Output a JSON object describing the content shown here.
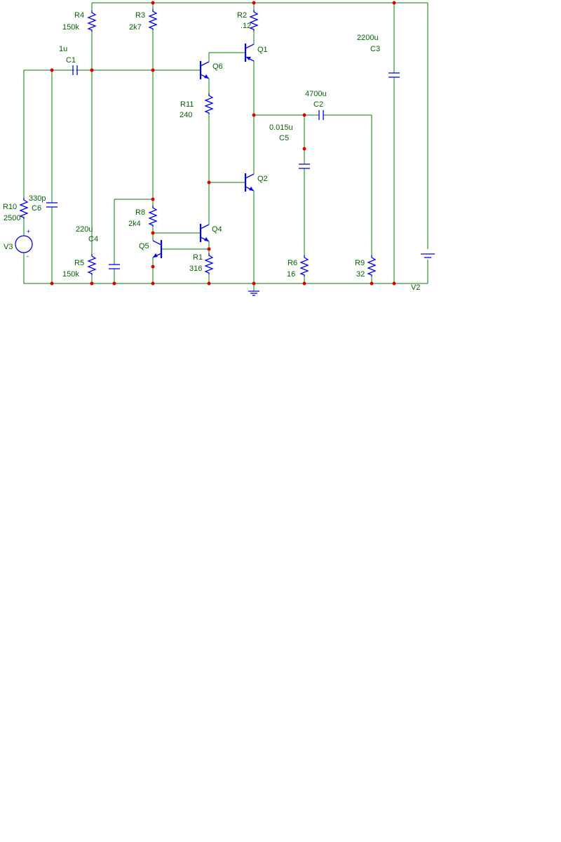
{
  "components": {
    "R4": {
      "ref": "R4",
      "value": "150k"
    },
    "R3": {
      "ref": "R3",
      "value": "2k7"
    },
    "R2": {
      "ref": "R2",
      "value": ".12"
    },
    "C1": {
      "ref": "C1",
      "value": "1u"
    },
    "Q6": {
      "ref": "Q6"
    },
    "Q1": {
      "ref": "Q1"
    },
    "C3": {
      "ref": "C3",
      "value": "2200u"
    },
    "R11": {
      "ref": "R11",
      "value": "240"
    },
    "C2": {
      "ref": "C2",
      "value": "4700u"
    },
    "C5": {
      "ref": "C5",
      "value": "0.015u"
    },
    "Q2": {
      "ref": "Q2"
    },
    "R10": {
      "ref": "R10",
      "value": "2500"
    },
    "C6": {
      "ref": "C6",
      "value": "330p"
    },
    "R8": {
      "ref": "R8",
      "value": "2k4"
    },
    "Q4": {
      "ref": "Q4"
    },
    "C4": {
      "ref": "C4",
      "value": "220u"
    },
    "V3": {
      "ref": "V3",
      "plus": "+",
      "minus": "-"
    },
    "Q5": {
      "ref": "Q5"
    },
    "R1": {
      "ref": "R1",
      "value": "316"
    },
    "R5": {
      "ref": "R5",
      "value": "150k"
    },
    "R6": {
      "ref": "R6",
      "value": "16"
    },
    "R9": {
      "ref": "R9",
      "value": "32"
    },
    "V2": {
      "ref": "V2"
    }
  },
  "colors": {
    "wire": "#008000",
    "component": "#0000ff",
    "junction": "#e00000",
    "label": "#006400",
    "background": "#ffffff"
  }
}
